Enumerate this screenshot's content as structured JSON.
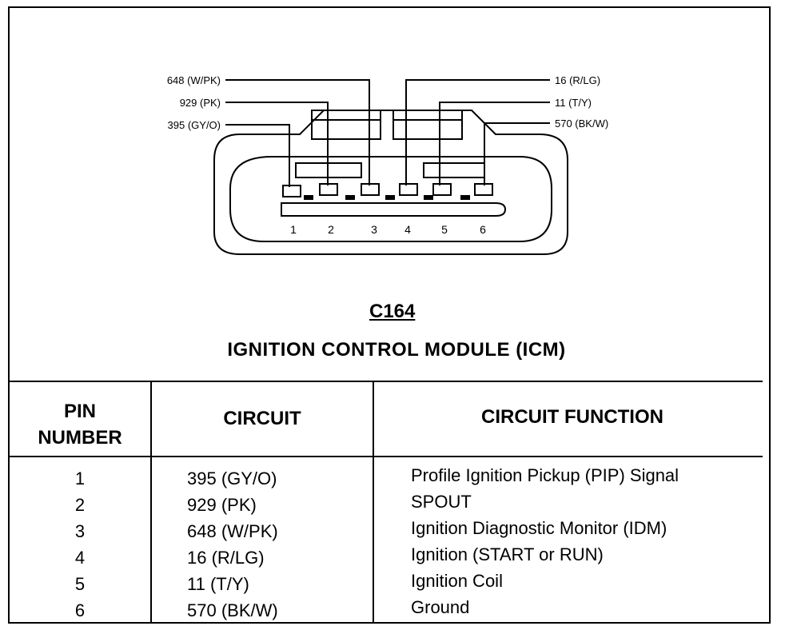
{
  "wires_left": [
    "648 (W/PK)",
    "929 (PK)",
    "395 (GY/O)"
  ],
  "wires_right": [
    "16 (R/LG)",
    "11 (T/Y)",
    "570 (BK/W)"
  ],
  "pin_numbers": [
    "1",
    "2",
    "3",
    "4",
    "5",
    "6"
  ],
  "connector_id": "C164",
  "module_title": "IGNITION CONTROL MODULE (ICM)",
  "table": {
    "headers": {
      "pin_line1": "PIN",
      "pin_line2": "NUMBER",
      "circuit": "CIRCUIT",
      "function": "CIRCUIT FUNCTION"
    },
    "rows": [
      {
        "pin": "1",
        "circuit": "395 (GY/O)",
        "function": "Profile Ignition Pickup (PIP) Signal"
      },
      {
        "pin": "2",
        "circuit": "929 (PK)",
        "function": "SPOUT"
      },
      {
        "pin": "3",
        "circuit": "648 (W/PK)",
        "function": "Ignition Diagnostic Monitor (IDM)"
      },
      {
        "pin": "4",
        "circuit": "16 (R/LG)",
        "function": "Ignition (START or RUN)"
      },
      {
        "pin": "5",
        "circuit": "11 (T/Y)",
        "function": "Ignition Coil"
      },
      {
        "pin": "6",
        "circuit": "570 (BK/W)",
        "function": "Ground"
      }
    ]
  }
}
